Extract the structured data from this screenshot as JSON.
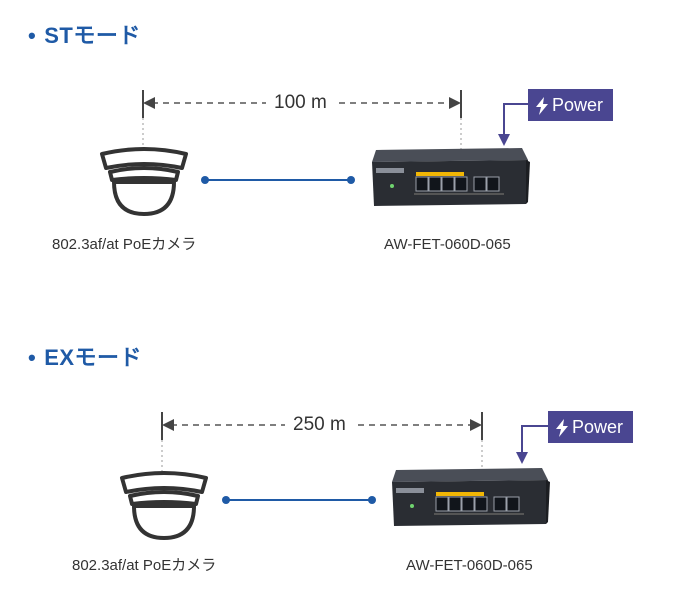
{
  "sections": [
    {
      "heading": "STモード",
      "distance": "100 m",
      "camera_label": "802.3af/at PoEカメラ",
      "switch_label": "AW-FET-060D-065",
      "power_label": "Power"
    },
    {
      "heading": "EXモード",
      "distance": "250 m",
      "camera_label": "802.3af/at PoEカメラ",
      "switch_label": "AW-FET-060D-065",
      "power_label": "Power"
    }
  ],
  "icons": {
    "bullet": "bullet-dot-icon",
    "camera": "dome-camera-icon",
    "switch": "poe-switch-icon",
    "power": "lightning-bolt-icon",
    "arrow": "arrow-down-icon"
  },
  "colors": {
    "heading": "#1f5aa6",
    "cable": "#1f5aa6",
    "power_badge": "#4a4691",
    "power_arrow": "#4a4691",
    "poe_port_accent": "#f2b705",
    "switch_body": "#2a2d33"
  }
}
